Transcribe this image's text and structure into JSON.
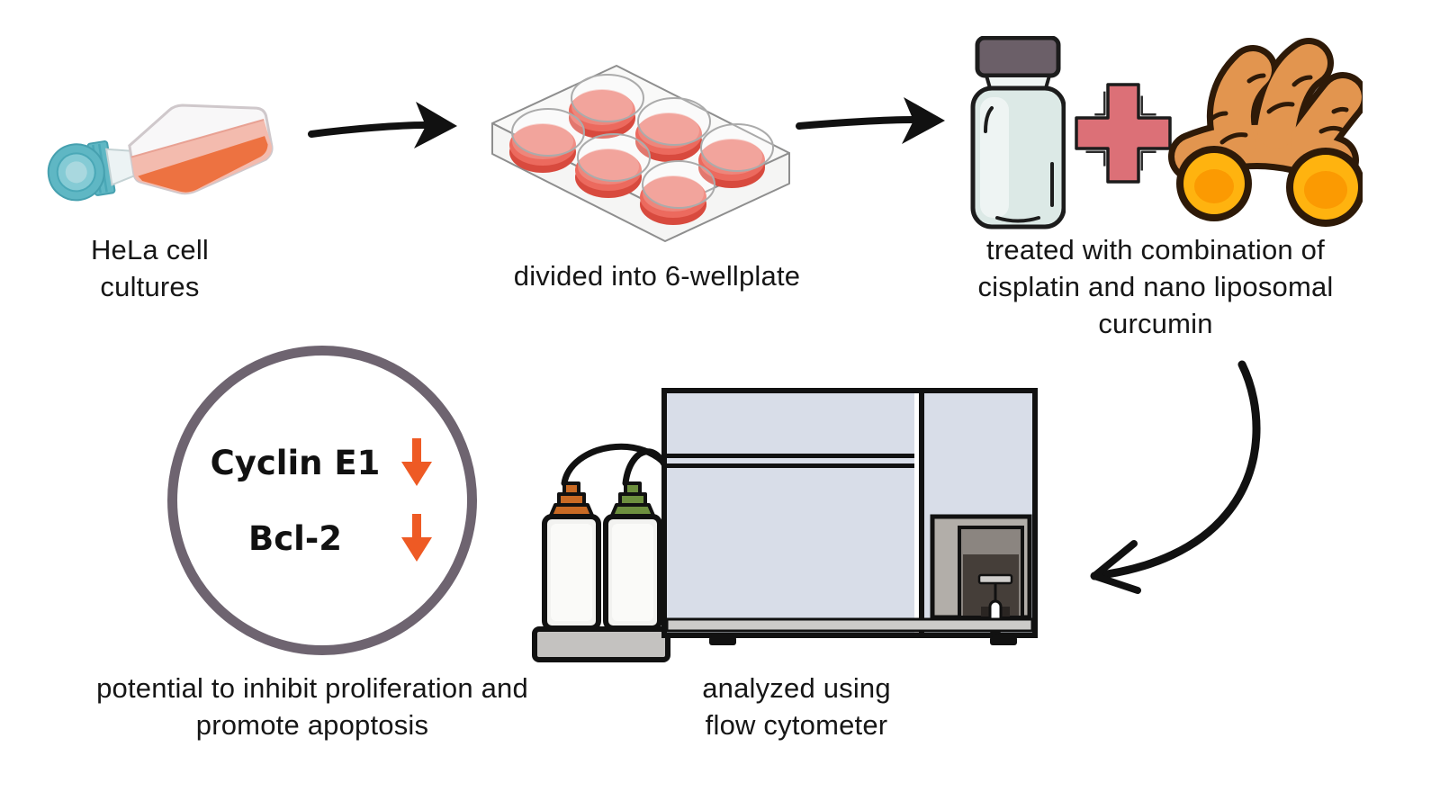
{
  "diagram": {
    "steps": {
      "hela": {
        "label": "HeLa cell cultures"
      },
      "wellplate": {
        "label": "divided into 6-wellplate"
      },
      "treatment": {
        "label": "treated with combination of cisplatin and nano liposomal curcumin"
      },
      "analysis": {
        "label": "analyzed using flow cytometer"
      }
    },
    "result": {
      "markers": [
        {
          "name": "Cyclin E1",
          "change": "decrease"
        },
        {
          "name": "Bcl-2",
          "change": "decrease"
        }
      ],
      "caption": "potential to inhibit proliferation and promote apoptosis"
    },
    "icons": {
      "step1": "culture-flask-icon",
      "step2": "six-well-plate-icon",
      "step3a": "drug-vial-icon",
      "step3b": "plus-icon",
      "step3c": "turmeric-root-icon",
      "step4": "flow-cytometer-icon",
      "flow": "arrow-right-icon",
      "flow_curved": "curved-arrow-icon",
      "marker": "down-arrow-icon"
    },
    "colors": {
      "arrow": "#111111",
      "marker_arrow": "#EE5A24",
      "result_circle_border": "#6E6470",
      "flask_cap": "#5FB7C4",
      "flask_media": "#EC6A35",
      "well_fill": "#E7594C",
      "vial_body": "#DCE9E6",
      "vial_cap": "#6B5F68",
      "plus": "#DC7077",
      "turmeric_body": "#E2954F",
      "turmeric_cut": "#FFB30F",
      "machine_panel": "#D8DDE8",
      "bottle_cap_left": "#C96A24",
      "bottle_cap_right": "#6D8F3E"
    }
  }
}
